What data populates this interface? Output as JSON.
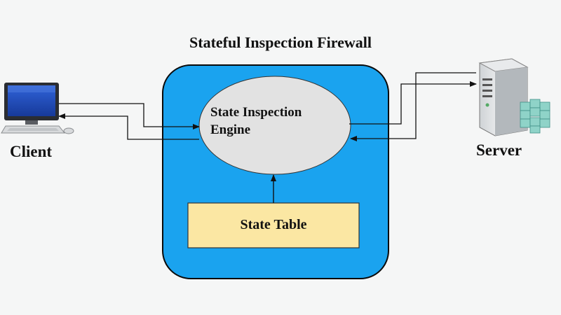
{
  "title": "Stateful Inspection Firewall",
  "client": {
    "label": "Client"
  },
  "server": {
    "label": "Server"
  },
  "engine": {
    "label_line1": "State Inspection",
    "label_line2": "Engine"
  },
  "state_table": {
    "label": "State Table"
  },
  "colors": {
    "firewall_fill": "#1aa3ef",
    "firewall_stroke": "#0a0a0a",
    "engine_fill": "#e2e2e2",
    "table_fill": "#fbe7a3",
    "line": "#111111"
  },
  "icons": {
    "client": "desktop-computer-icon",
    "server": "server-tower-icon"
  }
}
